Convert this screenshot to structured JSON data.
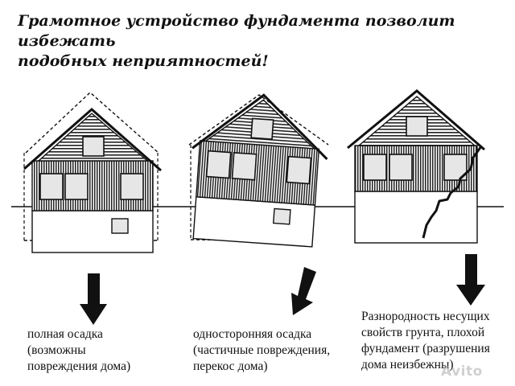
{
  "heading": {
    "line1": "Грамотное устройство фундамента позволит избежать",
    "line2": "подобных неприятностей!"
  },
  "panels": [
    {
      "caption_lines": [
        "полная осадка",
        "(возможны",
        "повреждения дома)"
      ]
    },
    {
      "caption_lines": [
        "односторонняя осадка",
        "(частичные повреждения,",
        "перекос дома)"
      ]
    },
    {
      "caption_lines": [
        "Разнородность несущих",
        "свойств грунта, плохой",
        "фундамент (разрушения",
        "дома неизбежны)"
      ]
    }
  ],
  "watermark": {
    "text": "Avito"
  },
  "colors": {
    "line": "#111111",
    "wall": "#d9d9d9",
    "window": "#e6e6e6",
    "background": "#ffffff"
  }
}
